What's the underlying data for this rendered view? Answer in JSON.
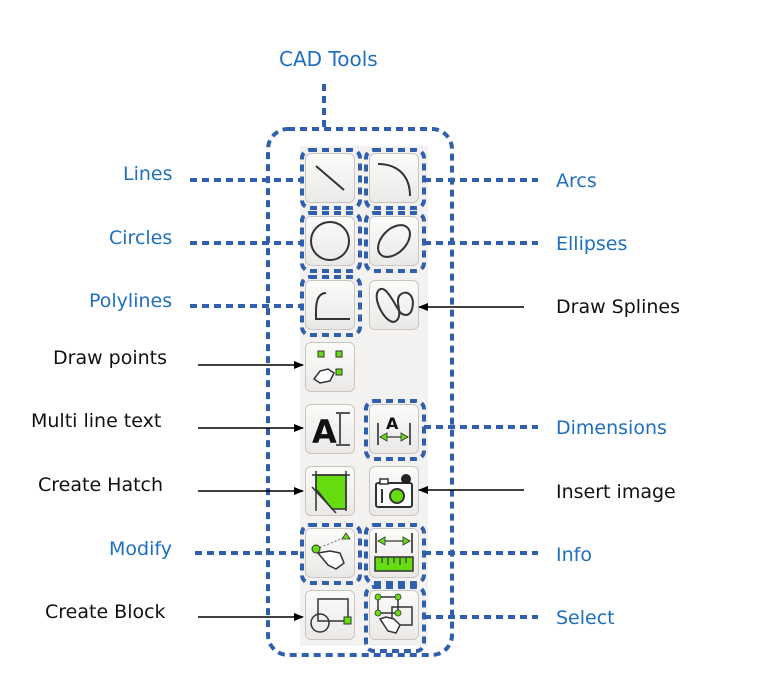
{
  "title": "CAD Tools",
  "colors": {
    "label_blue": "#1f6fc0",
    "dash_blue": "#2f5fae",
    "icon_green": "#66dd11"
  },
  "labels_left": {
    "lines": "Lines",
    "circles": "Circles",
    "polylines": "Polylines",
    "draw_points": "Draw points",
    "multi_line_text": "Multi line text",
    "create_hatch": "Create Hatch",
    "modify": "Modify",
    "create_block": "Create Block"
  },
  "labels_right": {
    "arcs": "Arcs",
    "ellipses": "Ellipses",
    "draw_splines": "Draw Splines",
    "dimensions": "Dimensions",
    "insert_image": "Insert image",
    "info": "Info",
    "select": "Select"
  },
  "buttons": [
    {
      "name": "lines",
      "icon": "line-icon",
      "group": true
    },
    {
      "name": "arcs",
      "icon": "arc-icon",
      "group": true
    },
    {
      "name": "circles",
      "icon": "circle-icon",
      "group": true
    },
    {
      "name": "ellipses",
      "icon": "ellipse-icon",
      "group": true
    },
    {
      "name": "polylines",
      "icon": "polyline-icon",
      "group": true
    },
    {
      "name": "splines",
      "icon": "spline-icon",
      "group": false
    },
    {
      "name": "points",
      "icon": "points-icon",
      "group": false
    },
    {
      "name": "mtext",
      "icon": "text-icon",
      "group": false
    },
    {
      "name": "dimensions",
      "icon": "dimension-icon",
      "group": true
    },
    {
      "name": "hatch",
      "icon": "hatch-icon",
      "group": false
    },
    {
      "name": "image",
      "icon": "camera-icon",
      "group": false
    },
    {
      "name": "modify",
      "icon": "modify-icon",
      "group": true
    },
    {
      "name": "info",
      "icon": "ruler-icon",
      "group": true
    },
    {
      "name": "block",
      "icon": "block-icon",
      "group": false
    },
    {
      "name": "select",
      "icon": "select-icon",
      "group": true
    }
  ]
}
